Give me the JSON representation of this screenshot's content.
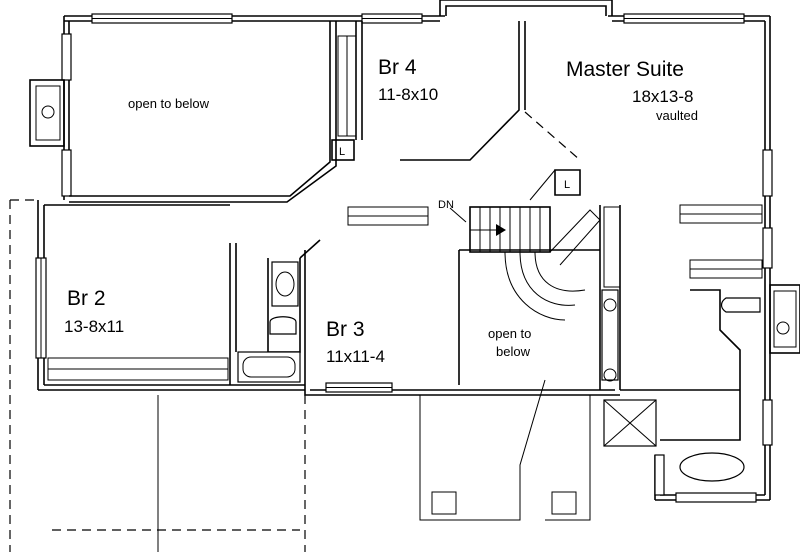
{
  "rooms": {
    "br4": {
      "name": "Br 4",
      "dims": "11-8x10"
    },
    "master": {
      "name": "Master Suite",
      "dims": "18x13-8",
      "note": "vaulted"
    },
    "br2": {
      "name": "Br 2",
      "dims": "13-8x11"
    },
    "br3": {
      "name": "Br 3",
      "dims": "11x11-4"
    }
  },
  "open_areas": {
    "upper_left": "open to below",
    "stair_line1": "open to",
    "stair_line2": "below"
  },
  "markers": {
    "stair_down": "DN",
    "linen_br4": "L",
    "linen_stair": "L"
  }
}
